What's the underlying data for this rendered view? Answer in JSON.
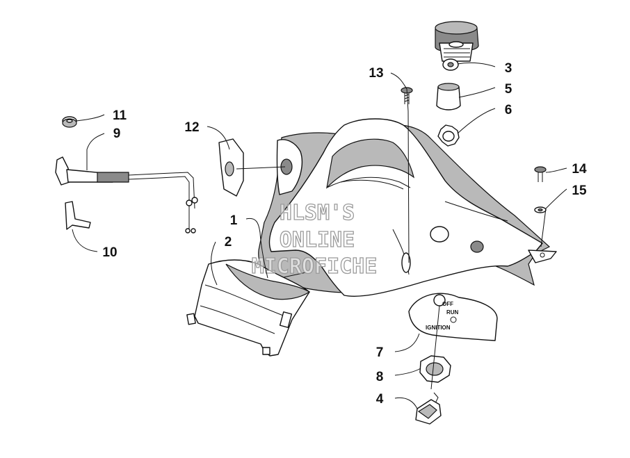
{
  "watermark": {
    "line1": "HLSM'S",
    "line2": "ONLINE",
    "line3": "MICROFICHE"
  },
  "ignition_decal": {
    "off": "OFF",
    "run": "RUN",
    "ignition": "IGNITION"
  },
  "callouts": {
    "c1": "1",
    "c2": "2",
    "c3": "3",
    "c4": "4",
    "c5": "5",
    "c6": "6",
    "c7": "7",
    "c8": "8",
    "c9": "9",
    "c10": "10",
    "c11": "11",
    "c12": "12",
    "c13": "13",
    "c14": "14",
    "c15": "15"
  }
}
